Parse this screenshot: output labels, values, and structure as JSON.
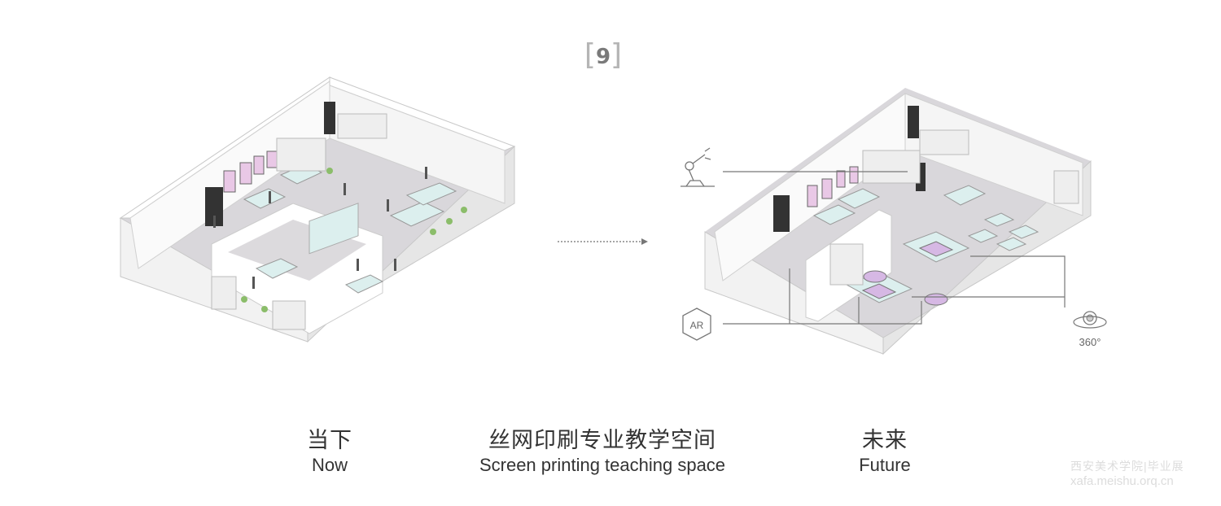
{
  "panel_number": "9",
  "captions": {
    "now": {
      "zh": "当下",
      "en": "Now"
    },
    "title": {
      "zh": "丝网印刷专业教学空间",
      "en": "Screen printing teaching space"
    },
    "future": {
      "zh": "未来",
      "en": "Future"
    }
  },
  "icons": {
    "robot_arm": "robot-arm-icon",
    "ar": "AR",
    "view360": "360°"
  },
  "watermark": {
    "line1": "西安美术学院|毕业展",
    "line2": "xafa.meishu.orq.cn"
  },
  "colors": {
    "floor": "#d9d7db",
    "wall": "#ffffff",
    "screen": "#e9c8e6",
    "table": "#dcefee",
    "line": "#888888"
  }
}
